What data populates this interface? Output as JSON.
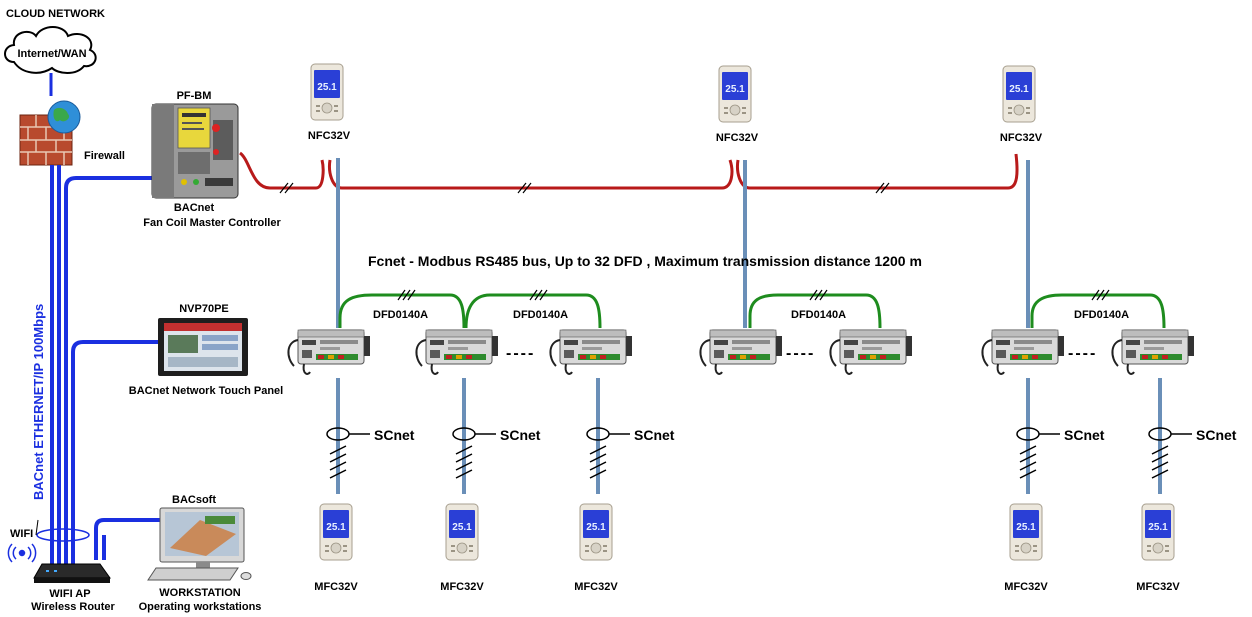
{
  "cloud_network": "CLOUD NETWORK",
  "internet_wan": "Internet/WAN",
  "firewall": "Firewall",
  "pfbm": {
    "title": "PF-BM",
    "line1": "BACnet",
    "line2": "Fan Coil Master Controller"
  },
  "nvp70pe": {
    "title": "NVP70PE",
    "caption": "BACnet Network Touch Panel"
  },
  "bacsoft": "BACsoft",
  "workstation": {
    "line1": "WORKSTATION",
    "line2": "Operating workstations"
  },
  "wifi": "WIFI",
  "router": {
    "line1": "WIFI AP",
    "line2": "Wireless Router"
  },
  "ethernet_label": "BACnet ETHERNET/IP 100Mbps",
  "nfc_label": "NFC32V",
  "fcnet_label": "Fcnet - Modbus RS485 bus, Up to 32 DFD , Maximum transmission distance 1200 m",
  "dfd_label": "DFD0140A",
  "scnet_label": "SCnet",
  "mfc_label": "MFC32V",
  "dots": "----",
  "thermostat_display": "25.1",
  "colors": {
    "ethernet_blue": "#1a2fe0",
    "modbus_red": "#b81a1a",
    "fcnet_green": "#1e8c1e",
    "scnet_steel": "#6a8fb8",
    "thermostat_screen": "#2a3fd6"
  }
}
